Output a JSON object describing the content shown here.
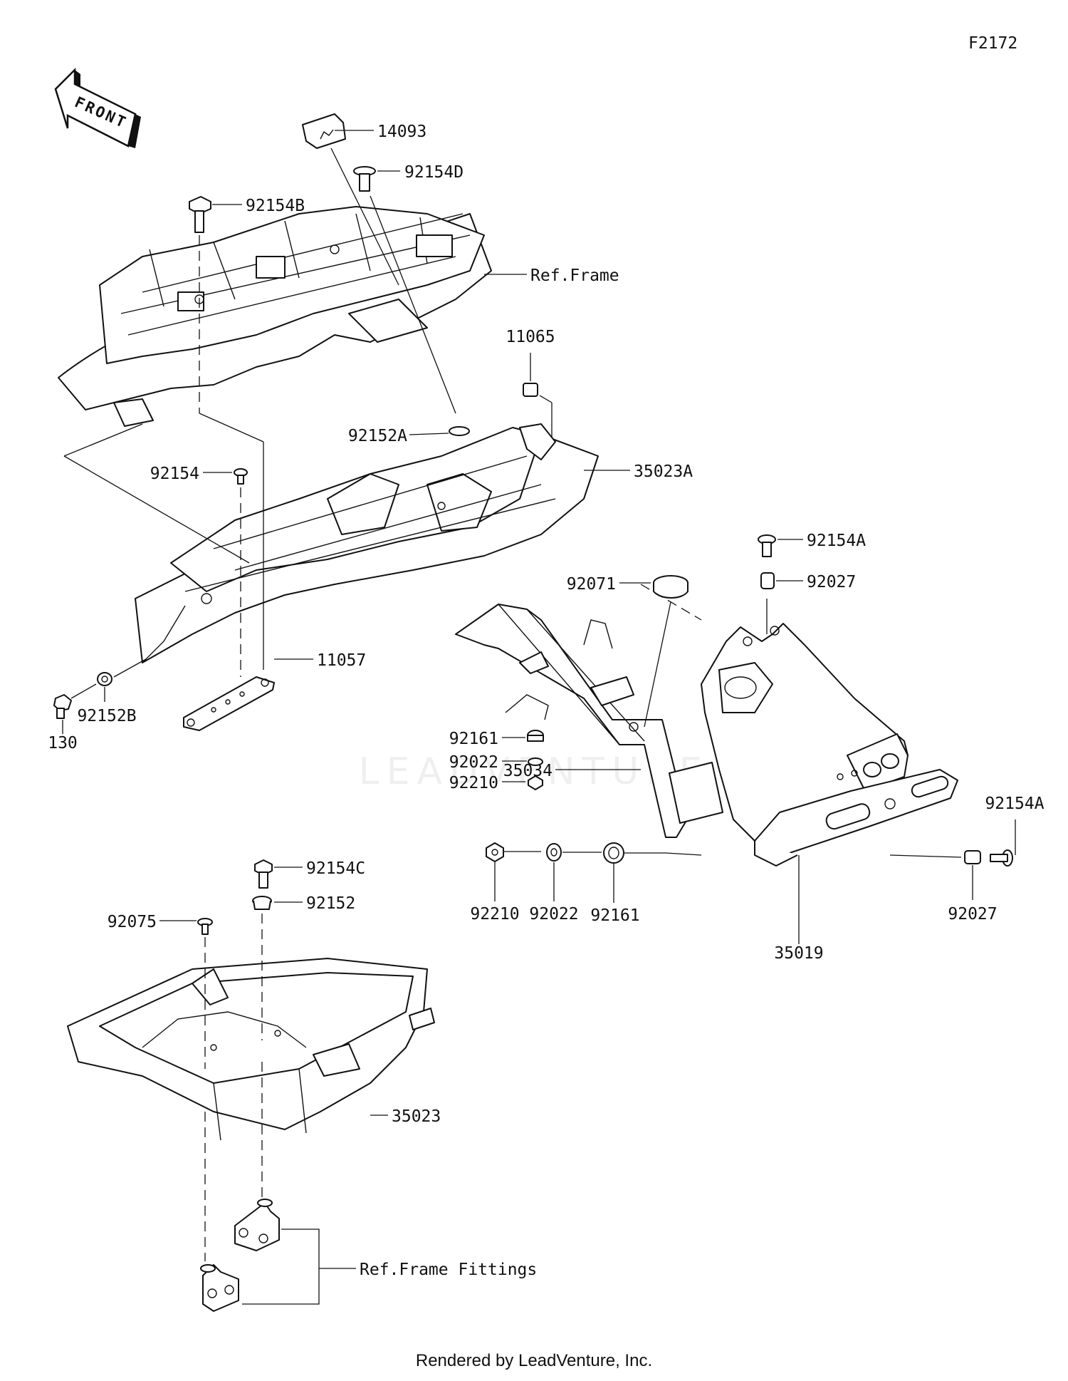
{
  "figure_id": "F2172",
  "front_arrow_text": "FRONT",
  "watermark": "LEADVENTURE",
  "footer": "Rendered by LeadVenture, Inc.",
  "labels": {
    "p14093": "14093",
    "p92154D": "92154D",
    "p92154B": "92154B",
    "ref_frame": "Ref.Frame",
    "p11065": "11065",
    "p92152A": "92152A",
    "p35023A": "35023A",
    "p92154": "92154",
    "p92154A_top": "92154A",
    "p92071": "92071",
    "p92027_top": "92027",
    "p11057": "11057",
    "p130": "130",
    "p92152B": "92152B",
    "p92161_upper": "92161",
    "p92022_upper": "92022",
    "p92210_upper": "92210",
    "p35034": "35034",
    "p92154A_right": "92154A",
    "p92210_lower": "92210",
    "p92022_lower": "92022",
    "p92161_lower": "92161",
    "p92027_right": "92027",
    "p35019": "35019",
    "p92154C": "92154C",
    "p92152": "92152",
    "p92075": "92075",
    "p35023": "35023",
    "ref_frame_fittings": "Ref.Frame Fittings"
  }
}
